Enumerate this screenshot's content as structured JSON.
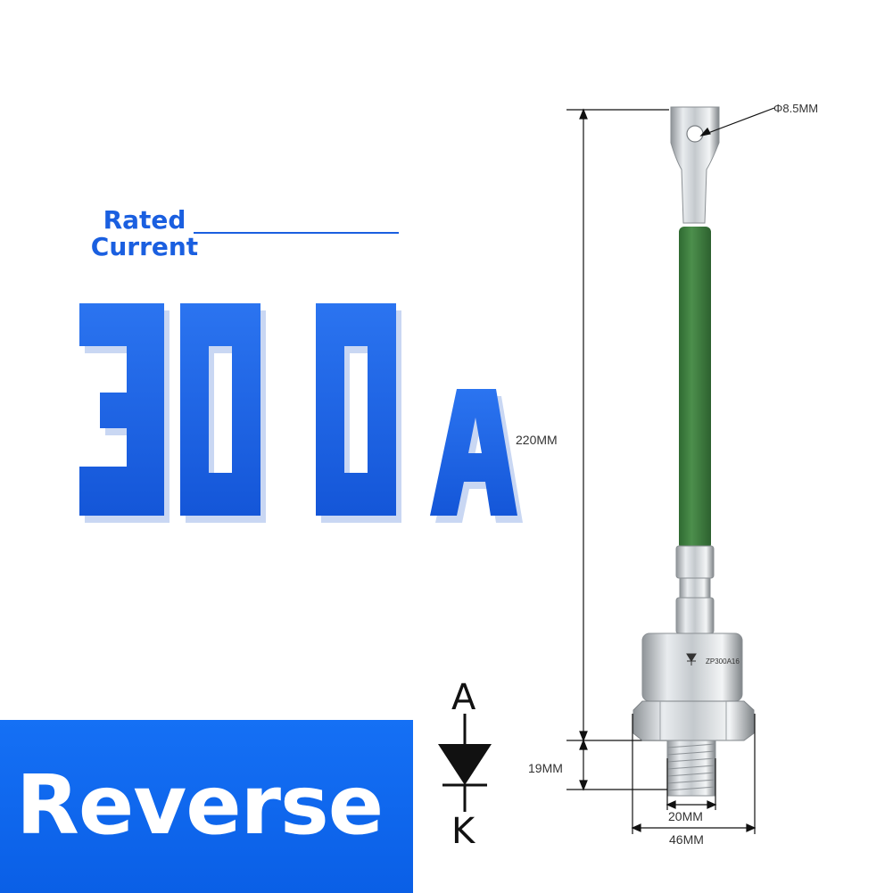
{
  "rated_label": {
    "line1": "Rated",
    "line2": "Current"
  },
  "big_value": {
    "number": "300",
    "unit": "A"
  },
  "dimensions": {
    "hole": "Φ8.5MM",
    "length": "220MM",
    "thread_length": "19MM",
    "thread_width": "20MM",
    "hex_width": "46MM"
  },
  "part_marking": "ZP300A16",
  "symbol": {
    "anode": "A",
    "cathode": "K"
  },
  "banner": {
    "label": "Reverse"
  },
  "colors": {
    "accent_blue": "#1a5fe0",
    "cable_green": "#3b7a3c",
    "banner_blue": "#0f66ef"
  }
}
